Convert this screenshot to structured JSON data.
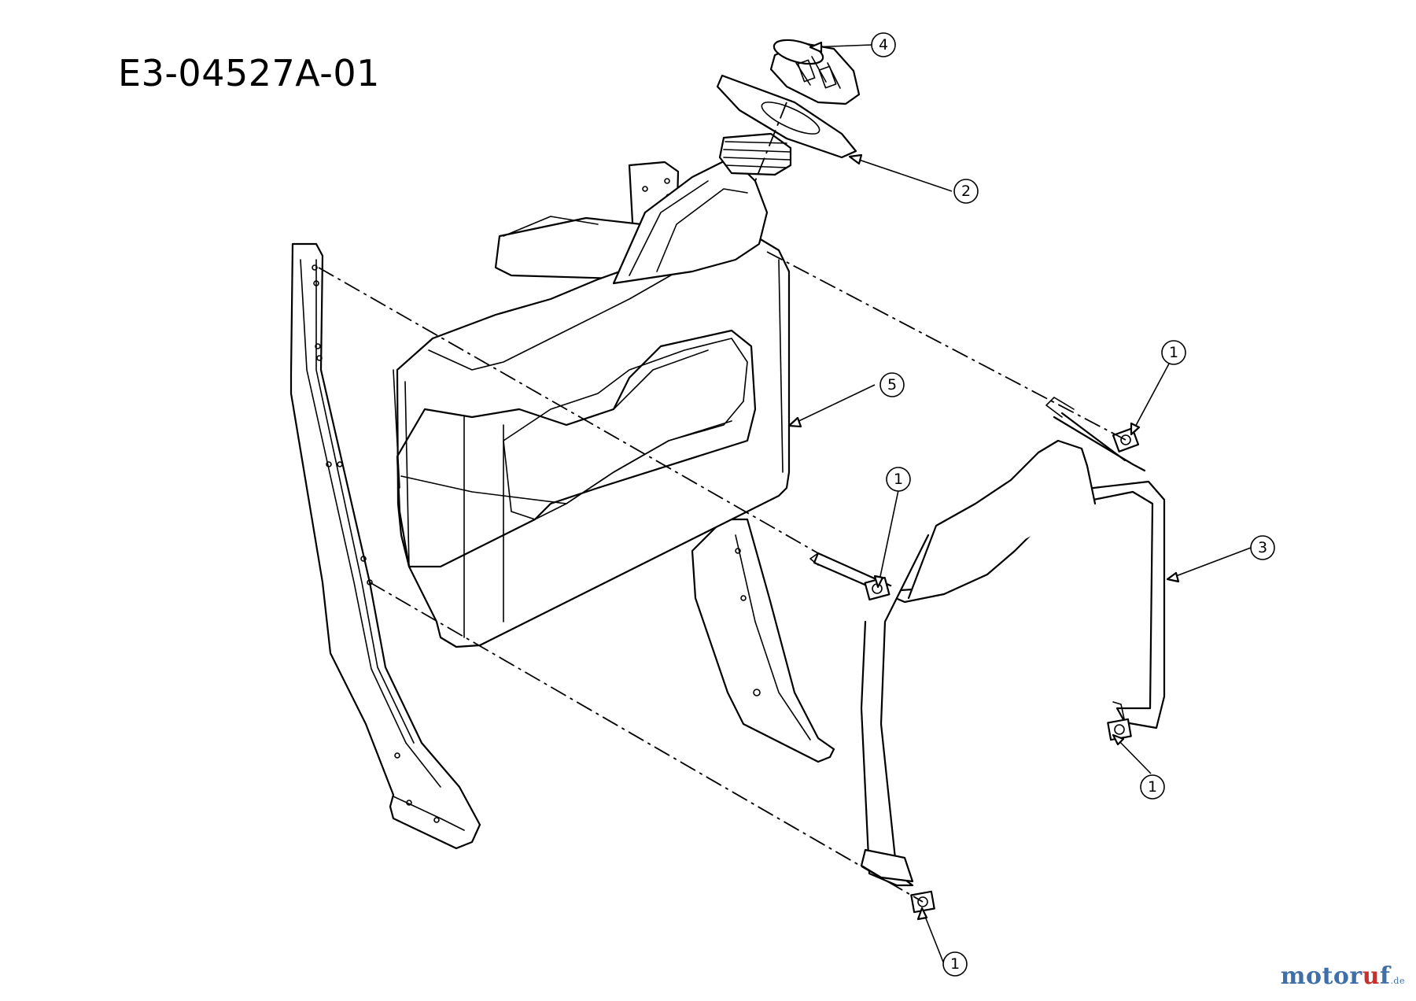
{
  "diagram": {
    "title": "E3-04527A-01"
  },
  "callouts": [
    {
      "id": "c4",
      "label": "4"
    },
    {
      "id": "c2",
      "label": "2"
    },
    {
      "id": "c5",
      "label": "5"
    },
    {
      "id": "c1a",
      "label": "1"
    },
    {
      "id": "c1b",
      "label": "1"
    },
    {
      "id": "c3",
      "label": "3"
    },
    {
      "id": "c1c",
      "label": "1"
    },
    {
      "id": "c1d",
      "label": "1"
    }
  ],
  "watermark": {
    "main": "motor",
    "accent": "u",
    "tail": "f",
    "suffix": ".de"
  }
}
